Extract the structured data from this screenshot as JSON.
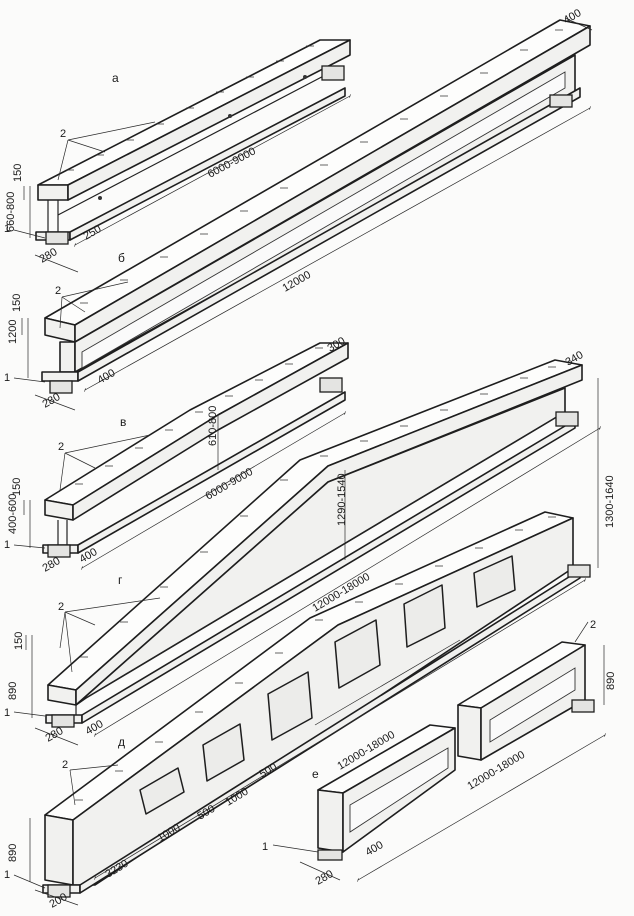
{
  "variants": {
    "a": "а",
    "b": "б",
    "v": "в",
    "g": "г",
    "d": "д",
    "e": "е"
  },
  "callouts": {
    "support": "1",
    "embedded_part": "2"
  },
  "dims": {
    "a_width": "400",
    "a_length": "6000-9000",
    "a_flange": "150",
    "a_height": "660-800",
    "a_web": "250",
    "a_base": "280",
    "b_length": "12000",
    "b_flange": "150",
    "b_height": "1200",
    "b_web": "400",
    "b_base": "280",
    "v_width": "300",
    "v_rise": "610-800",
    "v_length": "6000-9000",
    "v_flange": "150",
    "v_height": "400-600",
    "v_web": "400",
    "v_base": "280",
    "g_width": "340",
    "g_rise": "1290-1540",
    "g_end_height": "1300-1640",
    "g_length": "12000-18000",
    "g_flange": "150",
    "g_height": "890",
    "g_web": "400",
    "g_base": "280",
    "d_length": "12000-18000",
    "d_gap1": "500",
    "d_gap2": "1000",
    "d_gap3": "500",
    "d_gap4": "1000",
    "d_end": "3230",
    "d_height": "890",
    "d_base": "200",
    "e_length": "12000-18000",
    "e_height": "890",
    "e_web": "400",
    "e_base": "280"
  }
}
